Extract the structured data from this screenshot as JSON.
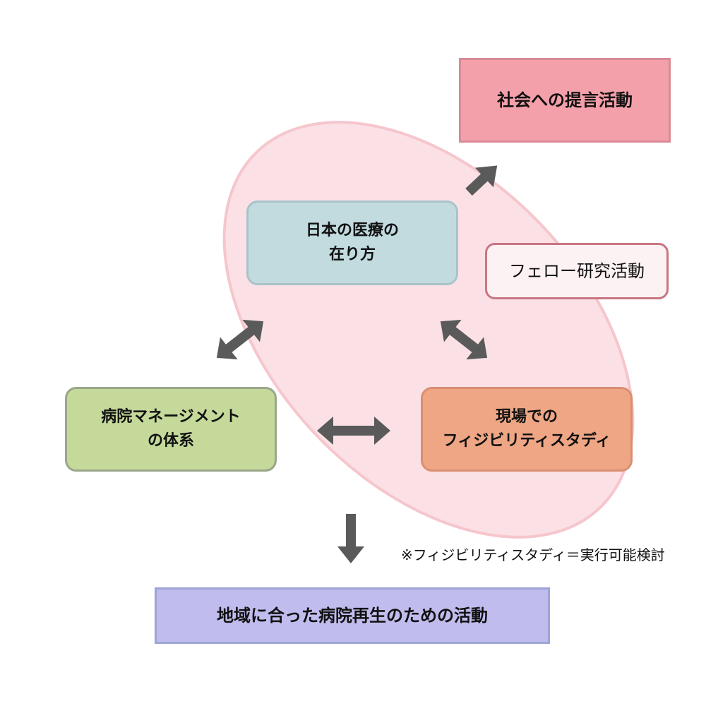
{
  "nodes": {
    "society": {
      "label": "社会への提言活動"
    },
    "ideal": {
      "line1": "日本の医療の",
      "line2": "在り方"
    },
    "fellow": {
      "label": "フェロー研究活動"
    },
    "management": {
      "line1": "病院マネージメント",
      "line2": "の体系"
    },
    "field": {
      "line1": "現場での",
      "line2": "フィジビリティスタディ"
    },
    "regional": {
      "label": "地域に合った病院再生のための活動"
    }
  },
  "footnote": "※フィジビリティスタディ＝実行可能検討",
  "colors": {
    "ellipse_fill": "#fbe1e5",
    "ellipse_stroke": "#f6c6cd",
    "arrow": "#5a5a5a",
    "society": "#f4a0aa",
    "ideal": "#c1dbdf",
    "management": "#c5d99b",
    "field": "#eea684",
    "regional": "#c0bdee"
  }
}
